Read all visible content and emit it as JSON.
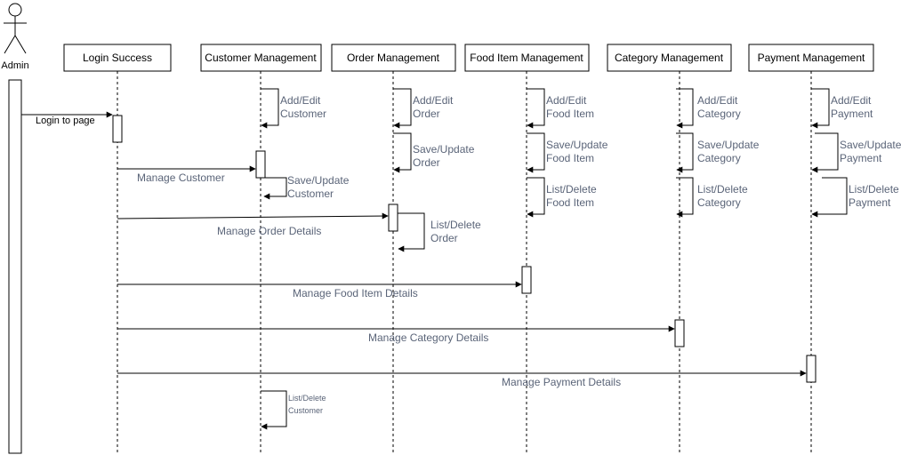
{
  "actor": {
    "label": "Admin"
  },
  "lifelines": {
    "login": {
      "label": "Login Success"
    },
    "customer": {
      "label": "Customer Management"
    },
    "order": {
      "label": "Order Management"
    },
    "food": {
      "label": "Food Item Management"
    },
    "category": {
      "label": "Category Management"
    },
    "payment": {
      "label": "Payment Management"
    }
  },
  "messages": {
    "login_to_page": "Login to page",
    "manage_customer": "Manage Customer",
    "manage_order": "Manage Order Details",
    "manage_food": "Manage Food Item Details",
    "manage_category": "Manage Category Details",
    "manage_payment": "Manage Payment Details"
  },
  "self_messages": {
    "customer_add": [
      "Add/Edit",
      "Customer"
    ],
    "customer_save": [
      "Save/Update",
      "Customer"
    ],
    "customer_list": [
      "List/Delete",
      "Customer"
    ],
    "order_add": [
      "Add/Edit",
      "Order"
    ],
    "order_save": [
      "Save/Update",
      "Order"
    ],
    "order_list": [
      "List/Delete",
      "Order"
    ],
    "food_add": [
      "Add/Edit",
      "Food Item"
    ],
    "food_save": [
      "Save/Update",
      "Food Item"
    ],
    "food_list": [
      "List/Delete",
      "Food Item"
    ],
    "category_add": [
      "Add/Edit",
      "Category"
    ],
    "category_save": [
      "Save/Update",
      "Category"
    ],
    "category_list": [
      "List/Delete",
      "Category"
    ],
    "payment_add": [
      "Add/Edit",
      "Payment"
    ],
    "payment_save": [
      "Save/Update",
      "Payment"
    ],
    "payment_list": [
      "List/Delete",
      "Payment"
    ]
  },
  "colors": {
    "line": "#000000",
    "text": "#000000",
    "message_text": "#5a6478"
  }
}
